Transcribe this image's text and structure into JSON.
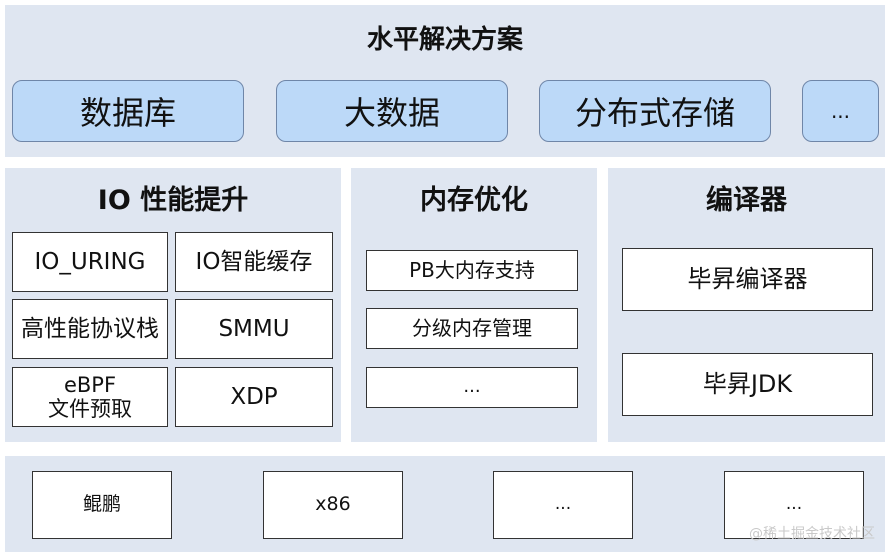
{
  "top": {
    "title": "水平解决方案",
    "items": [
      "数据库",
      "大数据",
      "分布式存储",
      "..."
    ]
  },
  "io": {
    "title": "IO 性能提升",
    "items": [
      "IO_URING",
      "IO智能缓存",
      "高性能协议栈",
      "SMMU",
      "eBPF\n文件预取",
      "XDP"
    ]
  },
  "memory": {
    "title": "内存优化",
    "items": [
      "PB大内存支持",
      "分级内存管理",
      "..."
    ]
  },
  "compiler": {
    "title": "编译器",
    "items": [
      "毕昇编译器",
      "毕昇JDK"
    ]
  },
  "bottom": {
    "items": [
      "鲲鹏",
      "x86",
      "...",
      "..."
    ]
  },
  "watermark": "@稀土掘金技术社区"
}
